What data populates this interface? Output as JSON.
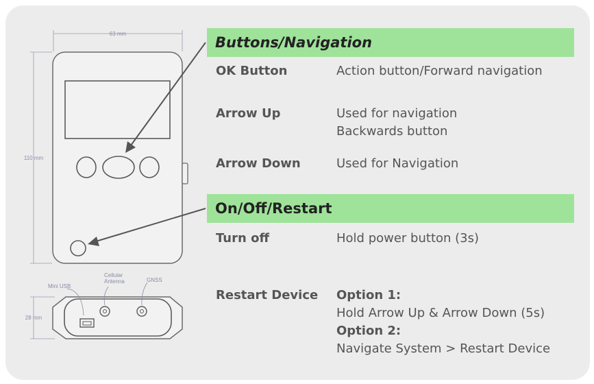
{
  "sections": {
    "buttons_header": "Buttons/Navigation",
    "power_header": "On/Off/Restart"
  },
  "buttons_rows": [
    {
      "label": "OK Button",
      "desc": [
        "Action button/Forward navigation"
      ]
    },
    {
      "label": "Arrow Up",
      "desc": [
        "Used for navigation",
        "Backwards button"
      ]
    },
    {
      "label": "Arrow Down",
      "desc": [
        "Used for Navigation"
      ]
    }
  ],
  "power_rows": [
    {
      "label": "Turn off",
      "desc": [
        "Hold power button (3s)"
      ]
    },
    {
      "label": "Restart Device",
      "desc_option1_label": "Option 1:",
      "desc_option1_text": "Hold Arrow Up & Arrow Down (5s)",
      "desc_option2_label": "Option 2:",
      "desc_option2_text": "Navigate System > Restart Device"
    }
  ],
  "diagram": {
    "width_dim": "63 mm",
    "height_dim": "110 mm",
    "depth_dim": "28 mm",
    "port_usb": "Mini USB",
    "port_cellular": "Cellular Antenna",
    "port_gnss": "GNSS"
  },
  "colors": {
    "header_bg": "#9fe39a",
    "card_bg": "#ececec"
  }
}
